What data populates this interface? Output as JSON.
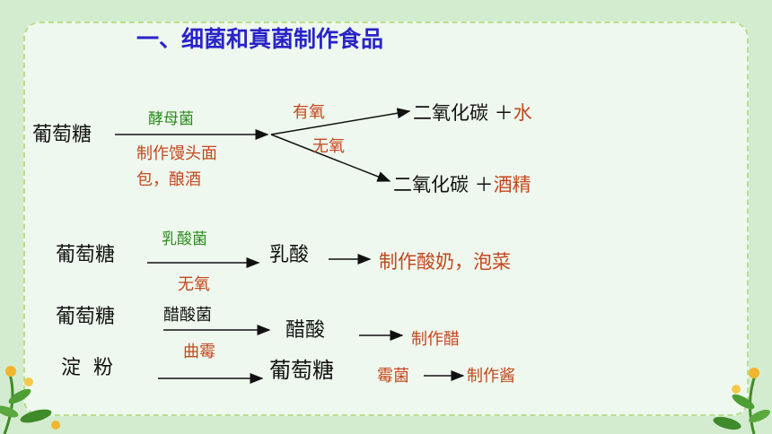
{
  "title": "一、细菌和真菌制作食品",
  "colors": {
    "title": "#2a23c8",
    "green_label": "#2b8c1d",
    "red_label": "#c4471e",
    "text": "#111111"
  },
  "row1": {
    "source": "葡萄糖",
    "microbe": "酵母菌",
    "use": "制作馒头面包，酿酒",
    "use_line1": "制作馒头面",
    "use_line2": "包，酿酒",
    "aerobic_label": "有氧",
    "aerobic_product_base": "二氧化碳 ＋",
    "aerobic_product_extra": "水",
    "anaerobic_label": "无氧",
    "anaerobic_product_base": "二氧化碳 ＋",
    "anaerobic_product_extra": "酒精"
  },
  "row2": {
    "source": "葡萄糖",
    "microbe": "乳酸菌",
    "condition": "无氧",
    "product": "乳酸",
    "use": "制作酸奶，泡菜"
  },
  "row3": {
    "source": "葡萄糖",
    "microbe": "醋酸菌",
    "product": "醋酸",
    "use": "制作醋"
  },
  "row4": {
    "source": "淀  粉",
    "microbe": "曲霉",
    "product": "葡萄糖",
    "next_microbe": "霉菌",
    "use": "制作酱"
  }
}
